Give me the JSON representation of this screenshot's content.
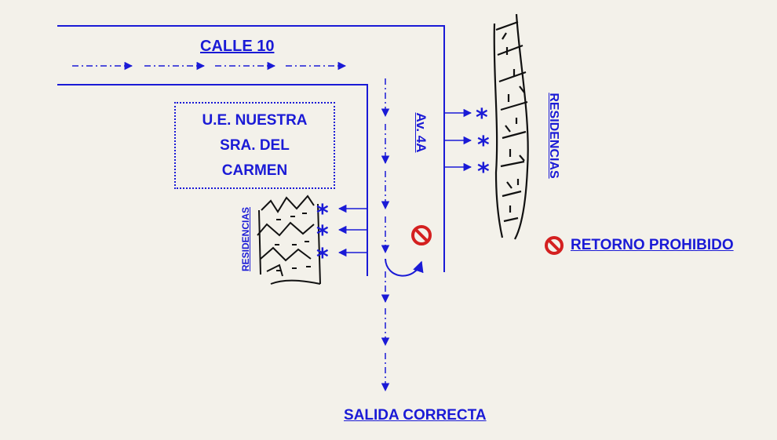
{
  "labels": {
    "street": "CALLE 10",
    "avenue": "Av. 4A",
    "residences_right": "RESIDENCIAS",
    "residences_left": "RESIDENCIAS",
    "no_return": "RETORNO PROHIBIDO",
    "exit": "SALIDA CORRECTA"
  },
  "school": {
    "line1": "U.E. NUESTRA",
    "line2": "SRA. DEL",
    "line3": "CARMEN"
  },
  "markers": {
    "star": "*"
  },
  "colors": {
    "line": "#1a1ad6",
    "prohibited": "#d42020",
    "background": "#f3f1ea"
  },
  "icons": {
    "prohibited": "no-entry-sign",
    "houses": "hillside-houses"
  }
}
